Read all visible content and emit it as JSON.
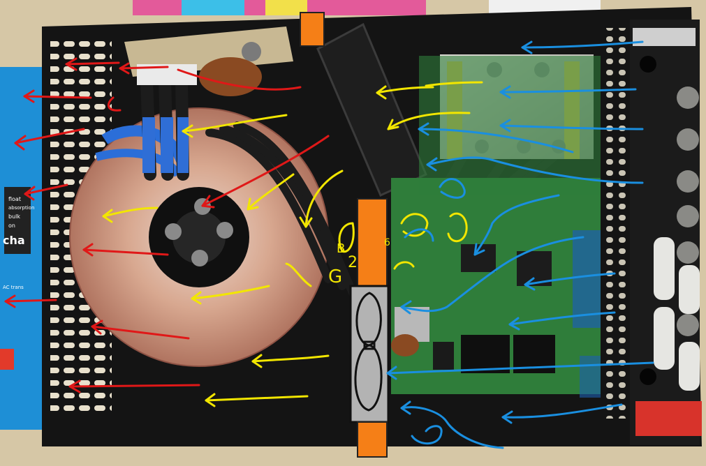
{
  "photo": {
    "subject": "open power inverter enclosure with airflow annotations",
    "label_2": "2",
    "label_g": "G",
    "label_b": "B",
    "label_6": "6",
    "side_box_text": [
      "float",
      "absorption",
      "bulk",
      "on",
      "AC trans",
      "cha"
    ]
  },
  "colors": {
    "cool_air": "#1a8fe0",
    "warm_air": "#f2e600",
    "hot_air": "#e01818",
    "fan_marker": "#f57f17",
    "chassis": "#141414",
    "pcb": "#2f7d3a",
    "toroid_copper": "#c88a72"
  }
}
